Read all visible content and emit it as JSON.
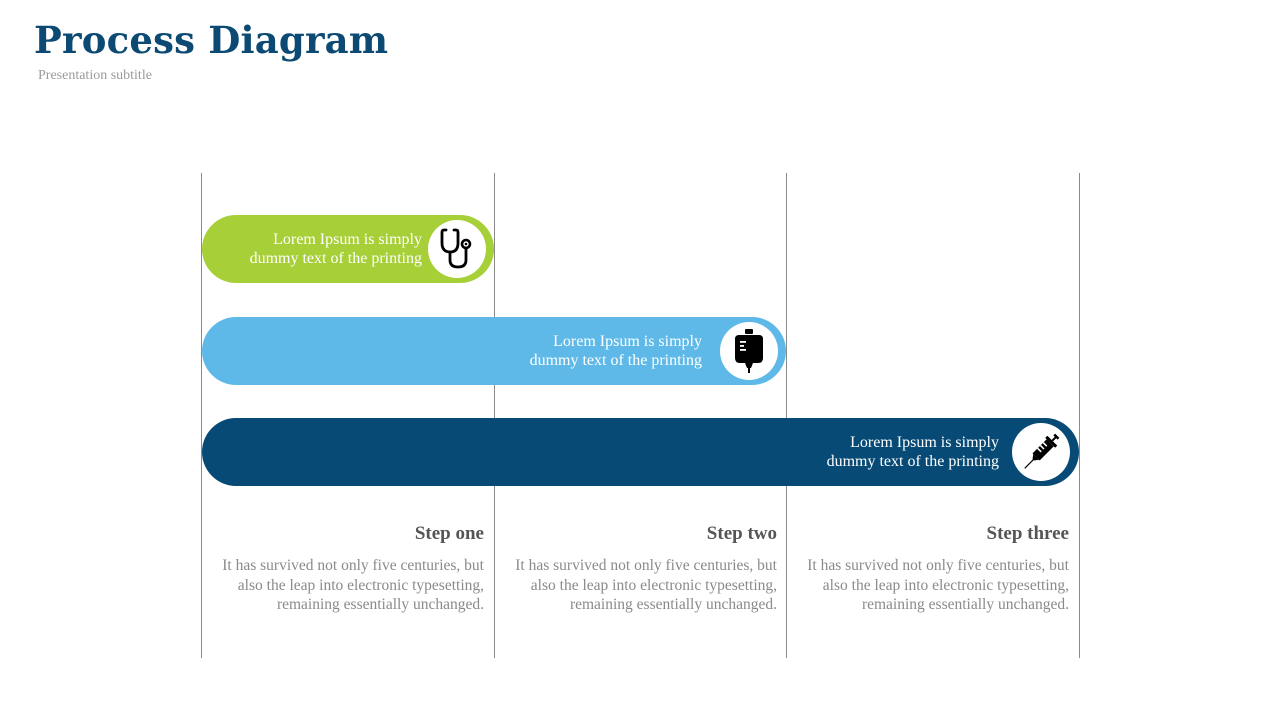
{
  "header": {
    "title": "Process Diagram",
    "subtitle": "Presentation subtitle"
  },
  "colors": {
    "title": "#0c4a74",
    "bar_1": "#a6cf38",
    "bar_2": "#5fb9e8",
    "bar_3": "#064a75",
    "gridline": "#8a8a8a"
  },
  "bars": [
    {
      "text_line1": "Lorem Ipsum is simply",
      "text_line2": "dummy text of the printing",
      "icon": "stethoscope-icon"
    },
    {
      "text_line1": "Lorem Ipsum is simply",
      "text_line2": "dummy text of the printing",
      "icon": "iv-bag-icon"
    },
    {
      "text_line1": "Lorem Ipsum is simply",
      "text_line2": "dummy text of the printing",
      "icon": "syringe-icon"
    }
  ],
  "steps": [
    {
      "title": "Step one",
      "description": "It has survived not only five centuries, but also the leap into electronic typesetting, remaining essentially unchanged."
    },
    {
      "title": "Step two",
      "description": "It has survived not only five centuries, but also the leap into electronic typesetting, remaining essentially unchanged."
    },
    {
      "title": "Step three",
      "description": "It has survived not only five centuries, but also the leap into electronic typesetting, remaining essentially unchanged."
    }
  ]
}
